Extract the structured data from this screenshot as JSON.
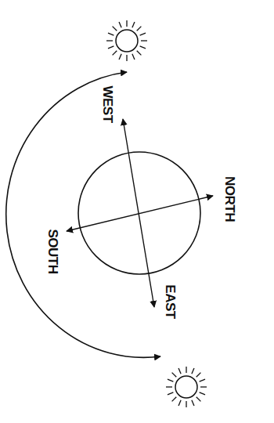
{
  "diagram": {
    "labels": [
      "WEST",
      "NORTH",
      "SOUTH",
      "EAST"
    ]
  }
}
